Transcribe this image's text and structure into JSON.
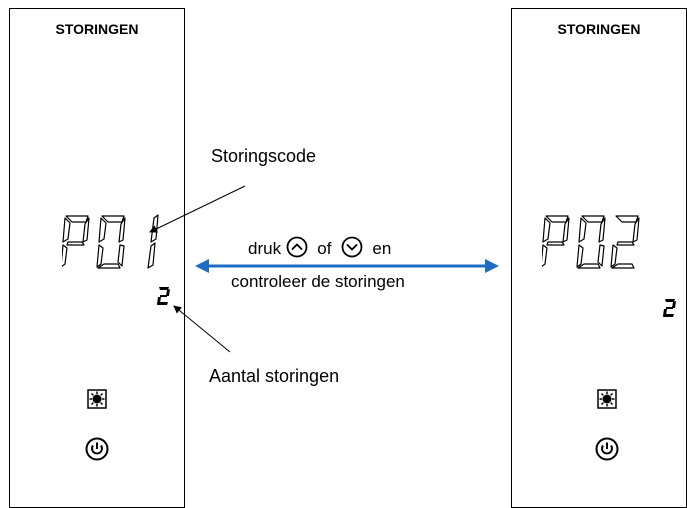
{
  "left_panel": {
    "title": "STORINGEN",
    "display_code": "P01",
    "count": "2"
  },
  "right_panel": {
    "title": "STORINGEN",
    "display_code": "P02",
    "count": "2"
  },
  "callouts": {
    "code_label": "Storingscode",
    "count_label": "Aantal storingen"
  },
  "center": {
    "line1_start": "druk",
    "line1_mid": "of",
    "line1_end": "en",
    "line2": "controleer de storingen",
    "arrow_color": "#1f6cc4"
  },
  "icons": [
    "chevron-up-circle-icon",
    "chevron-down-circle-icon",
    "sun-icon",
    "power-icon"
  ]
}
